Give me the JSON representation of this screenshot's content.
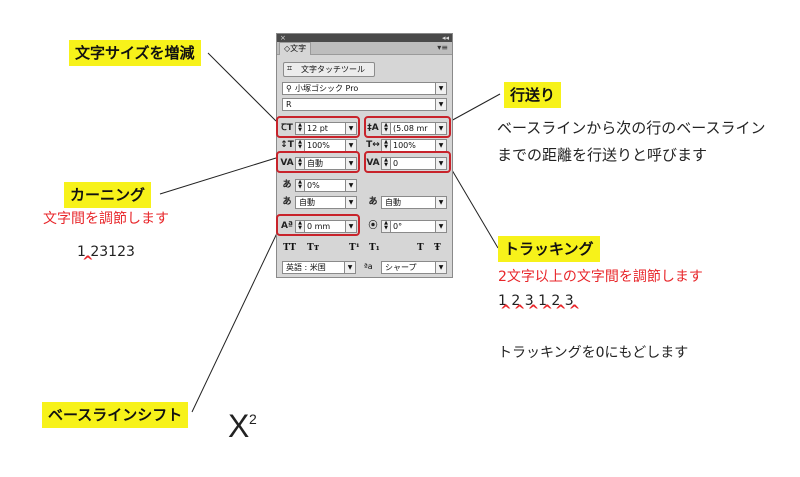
{
  "colors": {
    "highlight": "#f7f21a",
    "accent_red": "#e8262a",
    "box_red": "#c8232b"
  },
  "labels": {
    "font_size": "文字サイズを増減",
    "leading": "行送り",
    "kerning": "カーニング",
    "tracking": "トラッキング",
    "baseline_shift": "ベースラインシフト"
  },
  "descriptions": {
    "leading_line1": "ベースラインから次の行のベースライン",
    "leading_line2": "までの距離を行送りと呼びます",
    "kerning_desc": "文字間を調節します",
    "kerning_example": "1 23123",
    "tracking_desc": "2文字以上の文字間を調節します",
    "tracking_example": "1 2 3 1 2 3",
    "tracking_reset": "トラッキングを0にもどします",
    "superscript_base": "X",
    "superscript_exp": "2"
  },
  "panel": {
    "tab": "◇文字",
    "touch_tool": "文字タッチツール",
    "font_family": "小塚ゴシック Pro",
    "font_style": "R",
    "font_size": "12 pt",
    "leading": "(5.08 mr",
    "vertical_scale": "100%",
    "horizontal_scale": "100%",
    "kerning": "自動",
    "tracking": "0",
    "tsume": "0%",
    "aki_left": "自動",
    "aki_right": "自動",
    "baseline_shift": "0 mm",
    "rotation": "0°",
    "language": "英語 : 米国",
    "antialias": "シャープ",
    "aa_icon": "ªa",
    "style_buttons": [
      "TT",
      "Tт",
      "T¹",
      "T₁",
      "T",
      "Ŧ"
    ],
    "icons": [
      "touch-type-icon",
      "search-icon",
      "font-size-icon",
      "leading-icon",
      "vertical-scale-icon",
      "horizontal-scale-icon",
      "kerning-icon",
      "tracking-icon",
      "tsume-icon",
      "aki-left-icon",
      "aki-right-icon",
      "baseline-shift-icon",
      "rotation-icon"
    ]
  }
}
